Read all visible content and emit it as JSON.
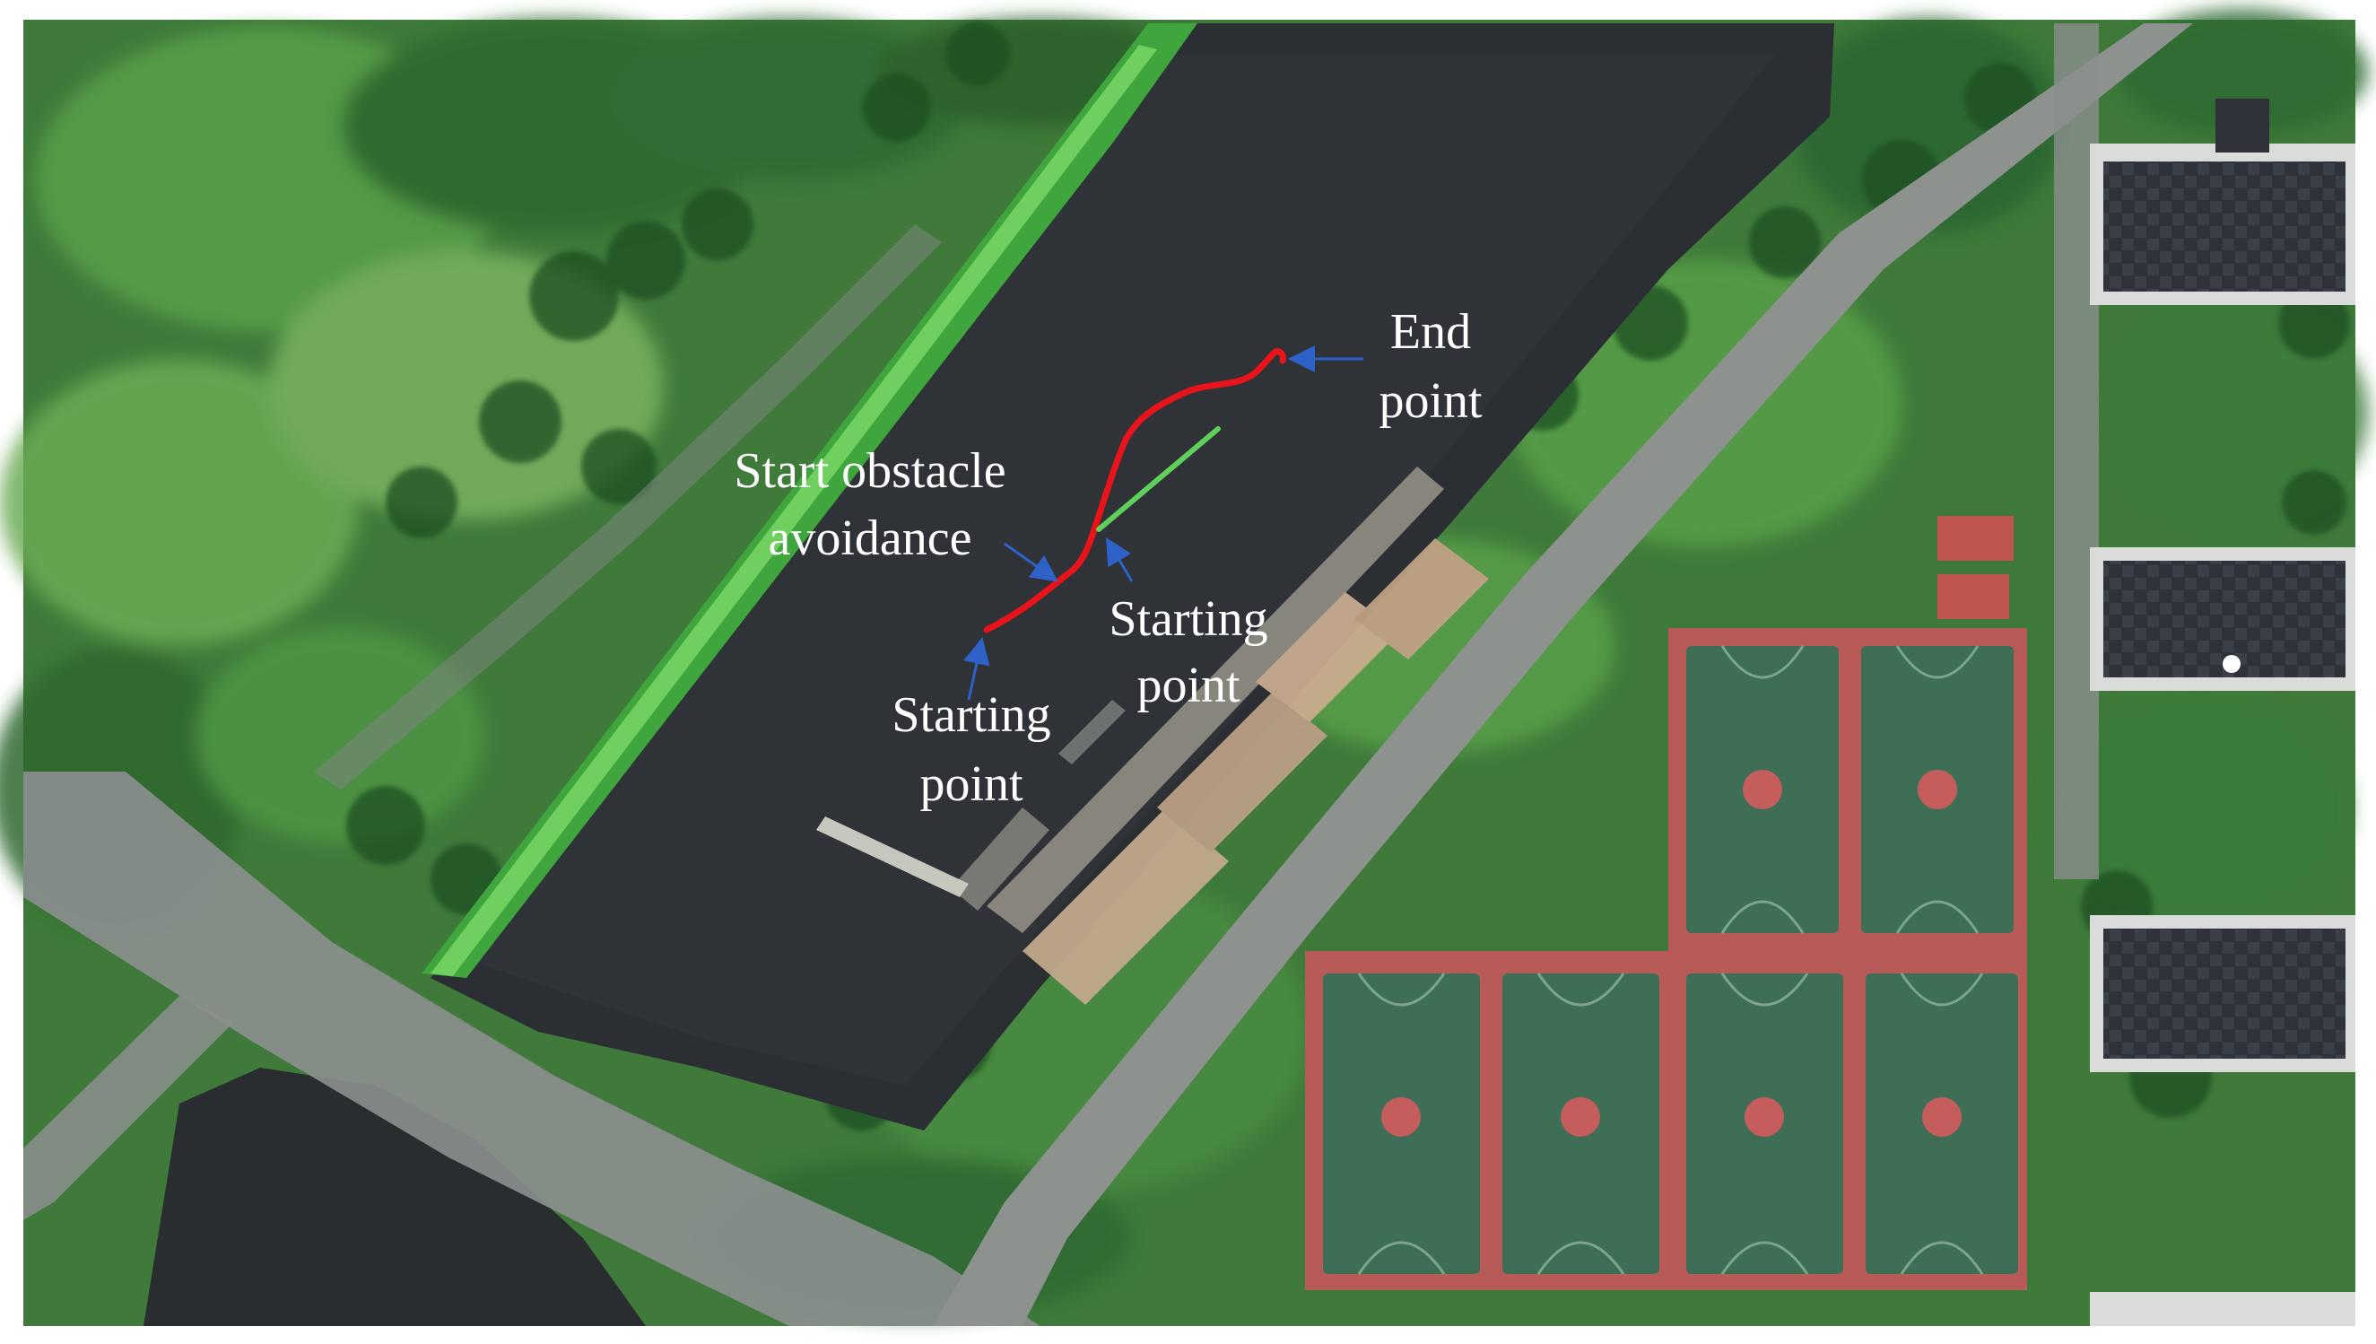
{
  "labels": {
    "end_point_1": "End",
    "end_point_2": "point",
    "start_avoid_1": "Start obstacle",
    "start_avoid_2": "avoidance",
    "start_green_1": "Starting",
    "start_green_2": "point",
    "start_red_1": "Starting",
    "start_red_2": "point"
  },
  "colors": {
    "red_path": "#e8141a",
    "green_path": "#5fd05a",
    "arrow": "#2f62c8",
    "label_text": "#ffffff"
  }
}
